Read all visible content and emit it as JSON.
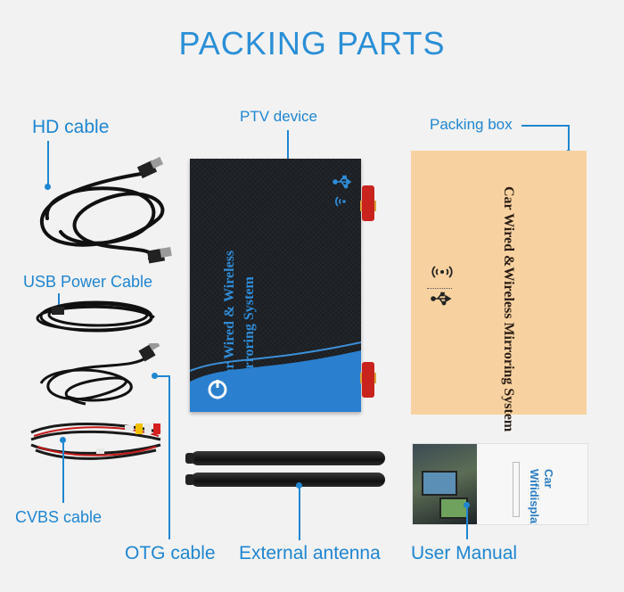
{
  "title": "PACKING PARTS",
  "labels": {
    "hd_cable": "HD cable",
    "ptv_device": "PTV device",
    "packing_box": "Packing box",
    "usb_power_cable": "USB Power Cable",
    "cvbs_cable": "CVBS cable",
    "otg_cable": "OTG cable",
    "external_antenna": "External antenna",
    "user_manual": "User Manual"
  },
  "device_print": "Car Wired & Wireless\nMirroring System",
  "box_print": "Car Wired &Wireless Mirroring System",
  "manual_print": "Car\nWifidisplay",
  "icons": [
    "wifi-icon",
    "usb-icon",
    "power-icon"
  ],
  "colors": {
    "accent": "#1f86d1",
    "background": "#f2f2f2",
    "box": "#f7d2a0",
    "device": "#1b1e22",
    "antenna_connector": "#c8241d"
  }
}
